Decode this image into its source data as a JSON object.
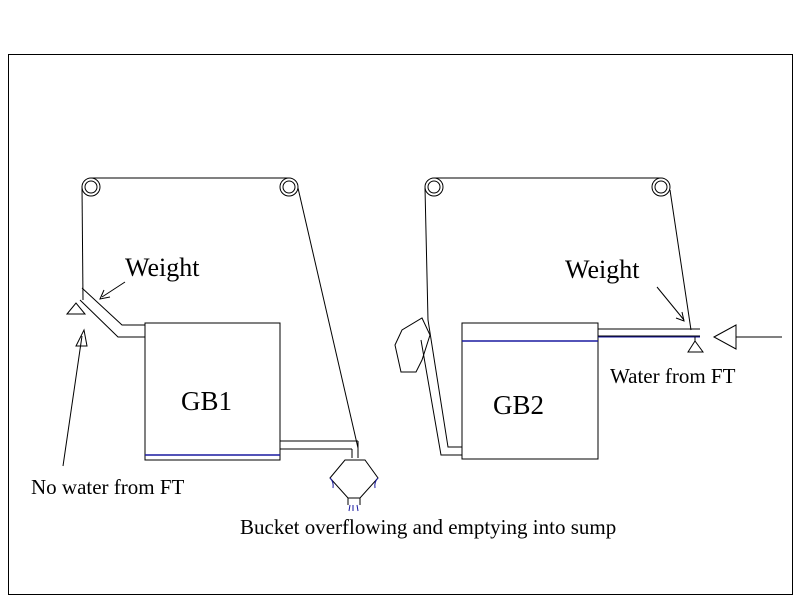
{
  "diagram": {
    "labels": {
      "weight_left": "Weight",
      "weight_right": "Weight",
      "box_left": "GB1",
      "box_right": "GB2",
      "no_water": "No water from FT",
      "water": "Water from FT",
      "bucket": "Bucket overflowing and emptying into sump"
    },
    "colors": {
      "line": "#000000",
      "water": "#1a1aa0",
      "background": "#ffffff"
    }
  }
}
